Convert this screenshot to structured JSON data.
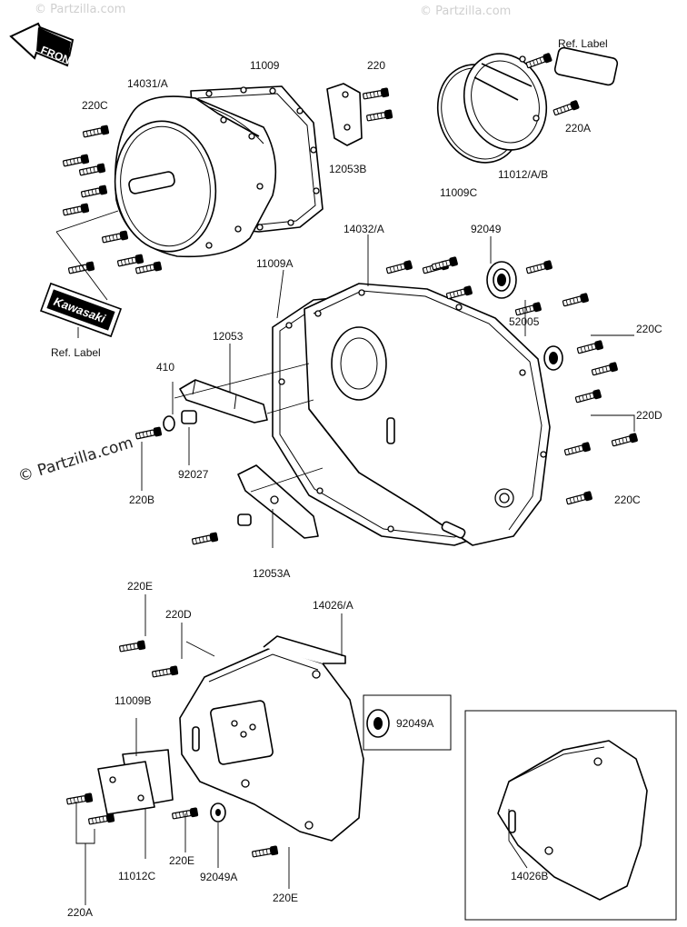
{
  "diagram": {
    "front_label": "FRONT",
    "watermark": "© Partzilla.com",
    "logo_text": "Kawasaki",
    "labels": {
      "p14031": "14031/A",
      "p11009": "11009",
      "p220_top": "220",
      "p220c_a": "220C",
      "p12053b": "12053B",
      "ref_label_top": "Ref. Label",
      "p220a_top": "220A",
      "p11012": "11012/A/B",
      "p11009c": "11009C",
      "p14032": "14032/A",
      "p92049": "92049",
      "p11009a": "11009A",
      "p52005": "52005",
      "p220c_b": "220C",
      "p12053": "12053",
      "p410": "410",
      "p220d_right": "220D",
      "p92027": "92027",
      "p220b": "220B",
      "p220c_c": "220C",
      "p12053a": "12053A",
      "ref_label_left": "Ref. Label",
      "p220e_top": "220E",
      "p220d_left": "220D",
      "p14026": "14026/A",
      "p11009b": "11009B",
      "p92049a_right": "92049A",
      "p11012c": "11012C",
      "p220e_mid": "220E",
      "p92049a_bottom": "92049A",
      "p220e_bottom": "220E",
      "p220a_bottom": "220A",
      "p14026b": "14026B"
    }
  }
}
